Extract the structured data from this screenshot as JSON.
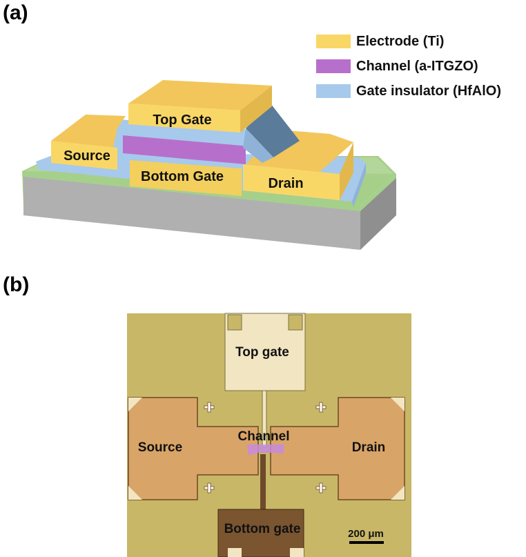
{
  "panel_a": {
    "label": "(a)",
    "legend": [
      {
        "text": "Electrode (Ti)",
        "color": "#f9d766"
      },
      {
        "text": "Channel (a-ITGZO)",
        "color": "#b76fcc"
      },
      {
        "text": "Gate insulator (HfAlO)",
        "color": "#a7c9eb"
      }
    ],
    "labels": {
      "top_gate": "Top Gate",
      "source": "Source",
      "bottom_gate": "Bottom Gate",
      "drain": "Drain"
    }
  },
  "panel_b": {
    "label": "(b)",
    "labels": {
      "top_gate": "Top gate",
      "source": "Source",
      "channel": "Channel",
      "drain": "Drain",
      "bottom_gate": "Bottom gate",
      "scale_bar": "200 μm"
    }
  }
}
